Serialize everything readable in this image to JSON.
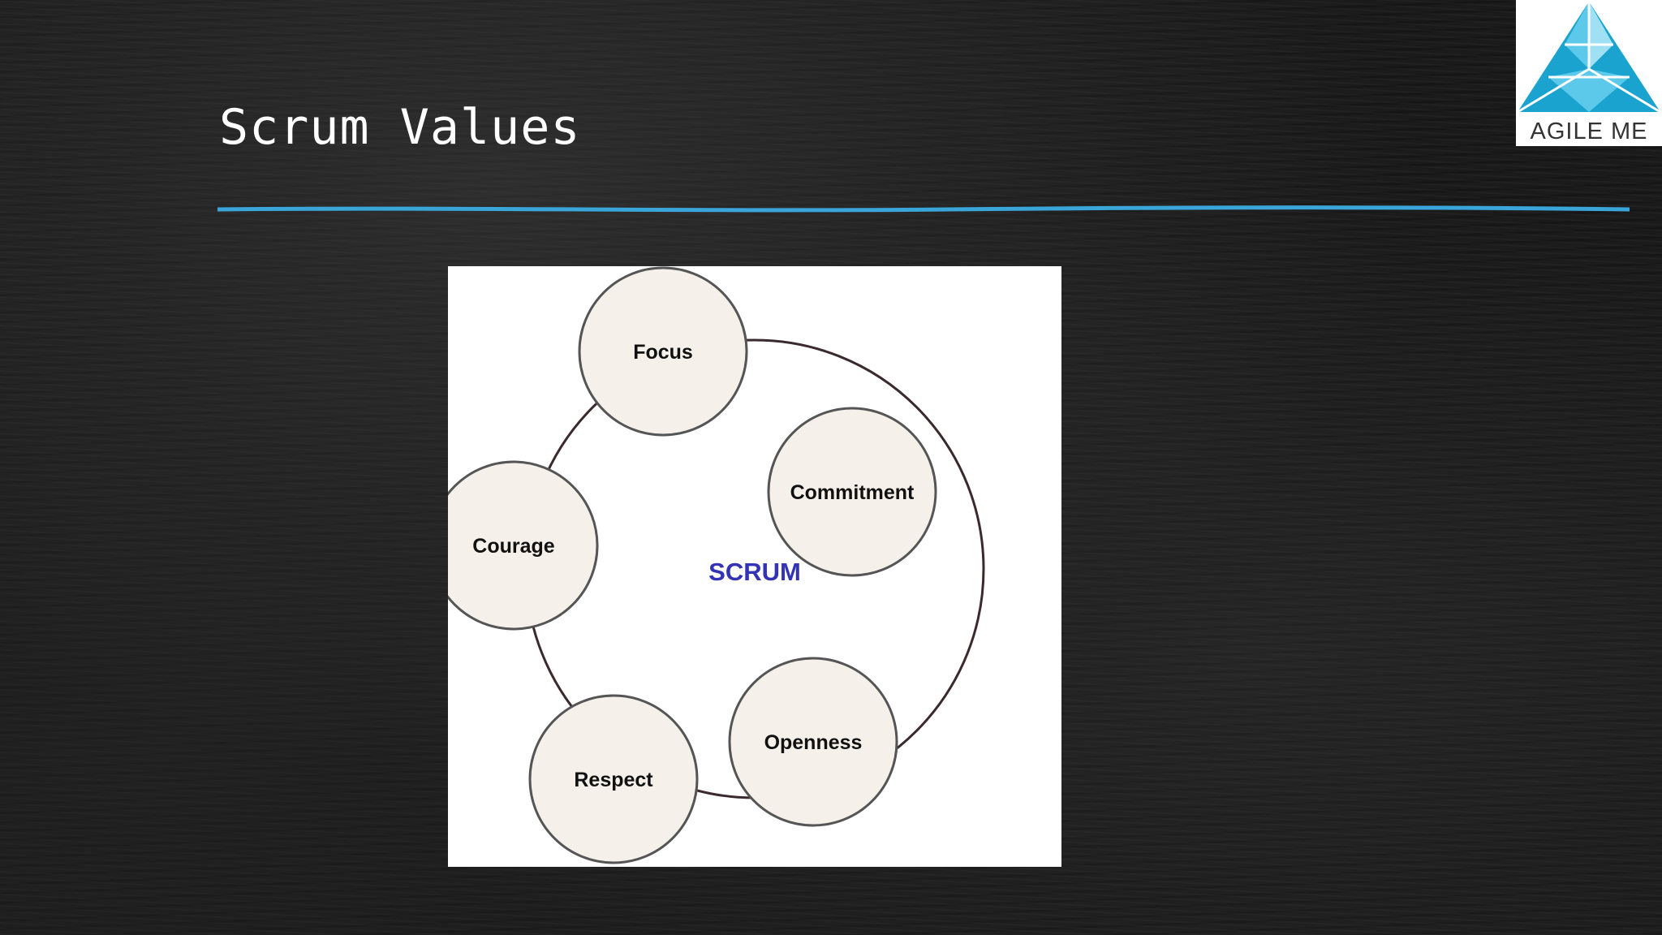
{
  "slide": {
    "title": "Scrum Values",
    "accent_color": "#3aa5d8"
  },
  "logo": {
    "text": "AGILE ME",
    "colors": [
      "#1aa3cf",
      "#5cc9ea",
      "#9fe0f5"
    ]
  },
  "diagram": {
    "center_label": "SCRUM",
    "center_color": "#3333b5",
    "node_fill": "#f5f1ea",
    "node_stroke": "#555555",
    "ring_color": "#3a2a2e",
    "values": [
      {
        "label": "Focus"
      },
      {
        "label": "Commitment"
      },
      {
        "label": "Openness"
      },
      {
        "label": "Respect"
      },
      {
        "label": "Courage"
      }
    ]
  }
}
